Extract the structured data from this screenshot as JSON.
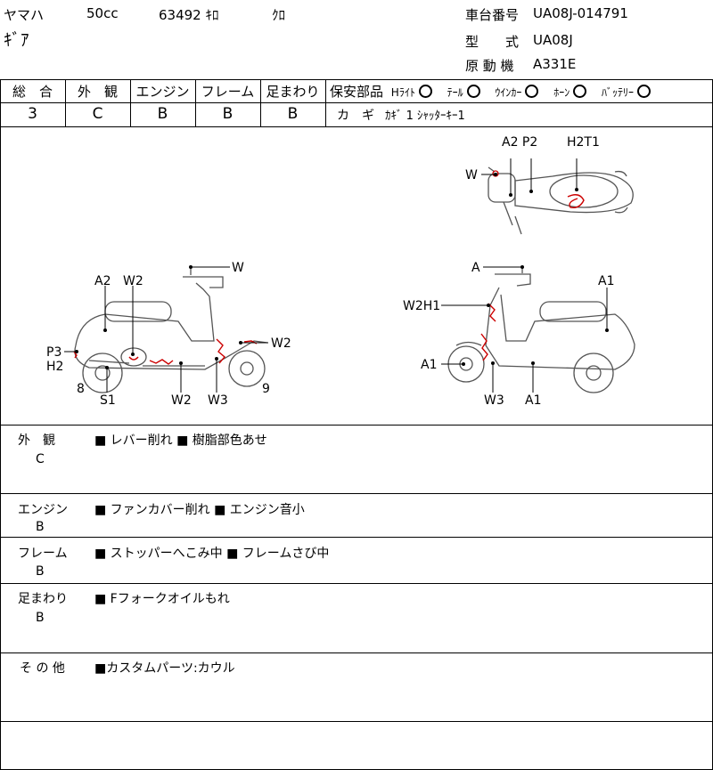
{
  "header": {
    "maker": "ヤマハ",
    "displacement": "50cc",
    "mileage": "63492",
    "mileage_unit": "ｷﾛ",
    "color": "ｸﾛ",
    "model_name": "ｷﾞｱ",
    "chassis_label": "車台番号",
    "chassis_value": "UA08J-014791",
    "type_label": "型　　式",
    "type_value": "UA08J",
    "engine_label": "原 動 機",
    "engine_value": "A331E"
  },
  "grades": {
    "headers": [
      "総　合",
      "外　観",
      "エンジン",
      "フレーム",
      "足まわり"
    ],
    "values": [
      "3",
      "C",
      "B",
      "B",
      "B"
    ]
  },
  "safety": {
    "label": "保安部品",
    "items": [
      "Hﾗｲﾄ",
      "ﾃｰﾙ",
      "ｳｲﾝｶｰ",
      "ﾎｰﾝ",
      "ﾊﾞｯﾃﾘｰ"
    ],
    "key_label": "カ　ギ",
    "key_value": "ｶｷﾞ 1 ｼｬｯﾀｰｷｰ1"
  },
  "diagram": {
    "top_labels": [
      "A2 P2",
      "H2T1",
      "W"
    ],
    "left_labels": [
      "A2",
      "W2",
      "W",
      "P3",
      "H2",
      "W2",
      "8",
      "S1",
      "W2",
      "W3",
      "9"
    ],
    "right_labels": [
      "A",
      "A1",
      "W2H1",
      "A1",
      "W3",
      "A1"
    ]
  },
  "notes": [
    {
      "category": "外　観",
      "grade": "C",
      "text": "■ レバー削れ ■ 樹脂部色あせ"
    },
    {
      "category": "エンジン",
      "grade": "B",
      "text": "■ ファンカバー削れ ■ エンジン音小"
    },
    {
      "category": "フレーム",
      "grade": "B",
      "text": "■ ストッパーへこみ中 ■ フレームさび中"
    },
    {
      "category": "足まわり",
      "grade": "B",
      "text": "■ Fフォークオイルもれ"
    },
    {
      "category": "そ の 他",
      "grade": "",
      "text": "■カスタムパーツ:カウル"
    }
  ]
}
